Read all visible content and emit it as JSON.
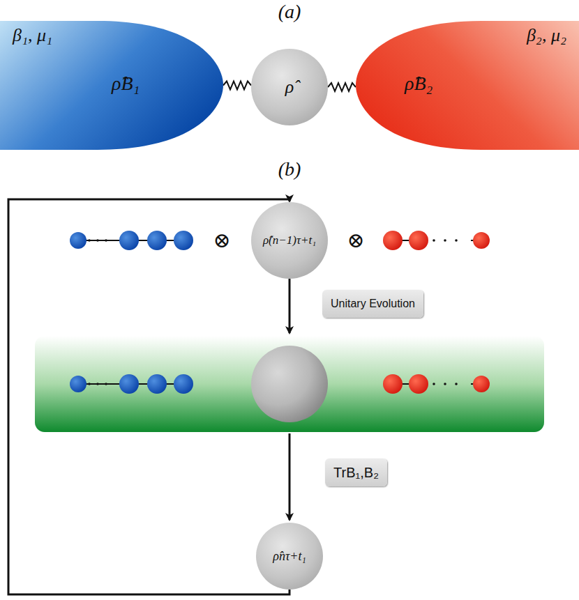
{
  "diagram": {
    "nodes": [
      {
        "text": [
          "β₁, μ₁",
          "ρ̂B₁"
        ]
      },
      {
        "text": [
          "ρ̂"
        ]
      },
      {
        "text": [
          "β₂, μ₂",
          "ρ̂B₂"
        ]
      },
      {
        "text": [
          "ρ̂(n−1)τ+t₁"
        ]
      },
      {
        "text": [
          "Unitary Evolution"
        ]
      },
      {
        "text": [
          "TrB₁,B₂"
        ]
      },
      {
        "text": [
          "ρ̂nτ+t₁"
        ]
      }
    ],
    "edges": [
      {
        "from": 0,
        "to": 1,
        "arrow": "none"
      },
      {
        "from": 1,
        "to": 2,
        "arrow": "none"
      },
      {
        "from": 6,
        "to": 3,
        "arrow": "to"
      }
    ],
    "labels": [
      "(a)",
      "(b)",
      "⊗",
      "⊗"
    ]
  }
}
